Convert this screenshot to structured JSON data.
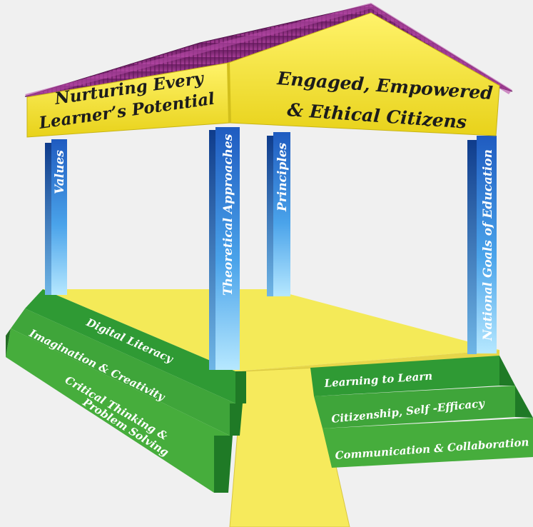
{
  "colors": {
    "background": "#f0f0f0",
    "roof": "#8a2a7a",
    "beam": "#f2e52e",
    "floor": "#f4ea58",
    "pillar_top": "#1f5bc0",
    "pillar_bottom": "#aee4ff",
    "step_green": "#3fa53a",
    "step_dark": "#1f7a26"
  },
  "roof": {
    "left_banner": [
      "Nurturing Every",
      "Learner’s Potential"
    ],
    "right_banner": [
      "Engaged, Empowered",
      "& Ethical Citizens"
    ]
  },
  "pillars": [
    {
      "label": "Values"
    },
    {
      "label": "Theoretical Approaches"
    },
    {
      "label": "Principles"
    },
    {
      "label": "National Goals of Education"
    }
  ],
  "left_steps": [
    {
      "lines": [
        "Digital Literacy"
      ]
    },
    {
      "lines": [
        "Imagination & Creativity"
      ]
    },
    {
      "lines": [
        "Critical Thinking &",
        "Problem Solving"
      ]
    }
  ],
  "right_steps": [
    {
      "lines": [
        "Learning to Learn"
      ]
    },
    {
      "lines": [
        "Citizenship,  Self -Efficacy"
      ]
    },
    {
      "lines": [
        "Communication & Collaboration"
      ]
    }
  ]
}
